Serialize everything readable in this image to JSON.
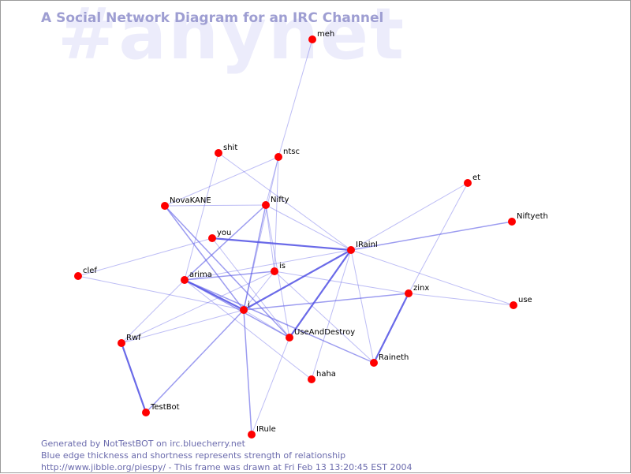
{
  "channel_watermark": "#anynet",
  "title": "A Social Network Diagram for an IRC Channel",
  "footer": {
    "line1": "Generated by NotTestBOT on irc.bluecherry.net",
    "line2": "Blue edge thickness and shortness represents strength of relationship",
    "line3": "http://www.jibble.org/piespy/ - This frame was drawn at Fri Feb 13 13:20:45 EST 2004"
  },
  "colors": {
    "node": "#ff0000",
    "edge": "#5a5ae6",
    "title": "#9e9ed2",
    "watermark": "#ececfb",
    "footer": "#6b6bad"
  },
  "nodes": [
    {
      "id": "meh",
      "label": "meh"
    },
    {
      "id": "shit",
      "label": "shit"
    },
    {
      "id": "ntsc",
      "label": "ntsc"
    },
    {
      "id": "et",
      "label": "et"
    },
    {
      "id": "NovaKANE",
      "label": "NovaKANE"
    },
    {
      "id": "Nifty",
      "label": "Nifty"
    },
    {
      "id": "Niftyeth",
      "label": "Niftyeth"
    },
    {
      "id": "you",
      "label": "you"
    },
    {
      "id": "IRainI",
      "label": "IRainI"
    },
    {
      "id": "clef",
      "label": "clef"
    },
    {
      "id": "is",
      "label": "is"
    },
    {
      "id": "arima",
      "label": "arima"
    },
    {
      "id": "zinx",
      "label": "zinx"
    },
    {
      "id": "use",
      "label": "use"
    },
    {
      "id": "i",
      "label": "i"
    },
    {
      "id": "UseAndDestroy",
      "label": "UseAndDestroy"
    },
    {
      "id": "Rwf",
      "label": "Rwf"
    },
    {
      "id": "Raineth",
      "label": "Raineth"
    },
    {
      "id": "haha",
      "label": "haha"
    },
    {
      "id": "TestBot",
      "label": "TestBot"
    },
    {
      "id": "IRule",
      "label": "IRule"
    }
  ],
  "edges": [
    {
      "from": "meh",
      "to": "ntsc",
      "strength": 1
    },
    {
      "from": "ntsc",
      "to": "NovaKANE",
      "strength": 1
    },
    {
      "from": "ntsc",
      "to": "Nifty",
      "strength": 1
    },
    {
      "from": "ntsc",
      "to": "i",
      "strength": 1
    },
    {
      "from": "ntsc",
      "to": "is",
      "strength": 1
    },
    {
      "from": "shit",
      "to": "IRainI",
      "strength": 1
    },
    {
      "from": "shit",
      "to": "arima",
      "strength": 1
    },
    {
      "from": "NovaKANE",
      "to": "Nifty",
      "strength": 1
    },
    {
      "from": "NovaKANE",
      "to": "i",
      "strength": 2
    },
    {
      "from": "NovaKANE",
      "to": "UseAndDestroy",
      "strength": 2
    },
    {
      "from": "Nifty",
      "to": "IRainI",
      "strength": 1
    },
    {
      "from": "Nifty",
      "to": "arima",
      "strength": 2
    },
    {
      "from": "Nifty",
      "to": "i",
      "strength": 2
    },
    {
      "from": "Nifty",
      "to": "is",
      "strength": 1
    },
    {
      "from": "Nifty",
      "to": "UseAndDestroy",
      "strength": 1
    },
    {
      "from": "you",
      "to": "IRainI",
      "strength": 3
    },
    {
      "from": "you",
      "to": "clef",
      "strength": 1
    },
    {
      "from": "you",
      "to": "UseAndDestroy",
      "strength": 1
    },
    {
      "from": "IRainI",
      "to": "et",
      "strength": 1
    },
    {
      "from": "IRainI",
      "to": "Niftyeth",
      "strength": 2
    },
    {
      "from": "IRainI",
      "to": "i",
      "strength": 3
    },
    {
      "from": "IRainI",
      "to": "UseAndDestroy",
      "strength": 3
    },
    {
      "from": "IRainI",
      "to": "arima",
      "strength": 1
    },
    {
      "from": "IRainI",
      "to": "Raineth",
      "strength": 1
    },
    {
      "from": "IRainI",
      "to": "use",
      "strength": 1
    },
    {
      "from": "IRainI",
      "to": "haha",
      "strength": 1
    },
    {
      "from": "is",
      "to": "arima",
      "strength": 2
    },
    {
      "from": "is",
      "to": "zinx",
      "strength": 1
    },
    {
      "from": "is",
      "to": "Raineth",
      "strength": 1
    },
    {
      "from": "is",
      "to": "i",
      "strength": 1
    },
    {
      "from": "is",
      "to": "Rwf",
      "strength": 1
    },
    {
      "from": "arima",
      "to": "i",
      "strength": 3
    },
    {
      "from": "arima",
      "to": "UseAndDestroy",
      "strength": 2
    },
    {
      "from": "arima",
      "to": "Raineth",
      "strength": 2
    },
    {
      "from": "arima",
      "to": "haha",
      "strength": 1
    },
    {
      "from": "arima",
      "to": "Rwf",
      "strength": 1
    },
    {
      "from": "clef",
      "to": "i",
      "strength": 1
    },
    {
      "from": "zinx",
      "to": "i",
      "strength": 2
    },
    {
      "from": "zinx",
      "to": "et",
      "strength": 1
    },
    {
      "from": "zinx",
      "to": "use",
      "strength": 1
    },
    {
      "from": "zinx",
      "to": "Raineth",
      "strength": 3
    },
    {
      "from": "i",
      "to": "Rwf",
      "strength": 1
    },
    {
      "from": "i",
      "to": "TestBot",
      "strength": 2
    },
    {
      "from": "i",
      "to": "IRule",
      "strength": 2
    },
    {
      "from": "i",
      "to": "UseAndDestroy",
      "strength": 1
    },
    {
      "from": "Rwf",
      "to": "TestBot",
      "strength": 3
    },
    {
      "from": "UseAndDestroy",
      "to": "IRule",
      "strength": 1
    }
  ]
}
